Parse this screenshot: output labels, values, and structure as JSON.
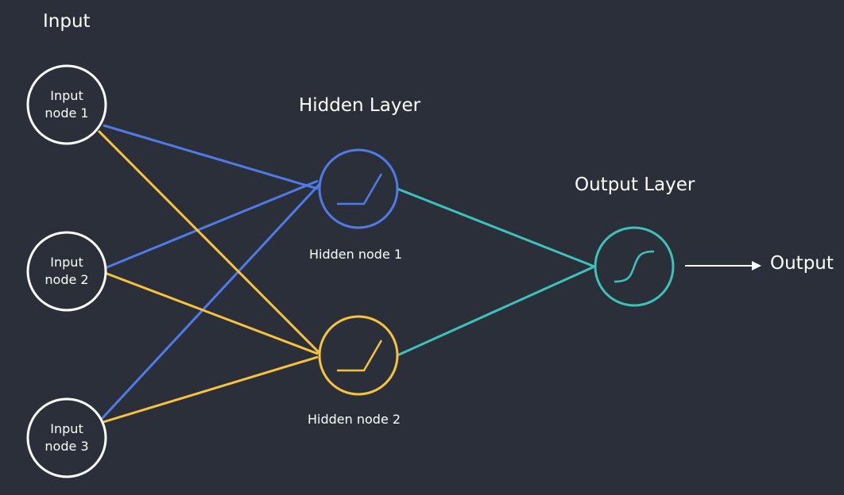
{
  "colors": {
    "background": "#2b2f39",
    "blue": "#4f7be6",
    "yellow": "#f7c23e",
    "teal": "#3cc2bb",
    "white": "#ffffff"
  },
  "layers": {
    "input_title": "Input",
    "hidden_title": "Hidden Layer",
    "output_title": "Output Layer"
  },
  "input_nodes": [
    {
      "line1": "Input",
      "line2": "node 1"
    },
    {
      "line1": "Input",
      "line2": "node 2"
    },
    {
      "line1": "Input",
      "line2": "node 3"
    }
  ],
  "hidden_nodes": [
    {
      "label": "Hidden node 1",
      "color": "blue",
      "icon": "relu-icon"
    },
    {
      "label": "Hidden node 2",
      "color": "yellow",
      "icon": "relu-icon"
    }
  ],
  "output_node": {
    "icon": "sigmoid-icon",
    "color": "teal"
  },
  "output_label": "Output"
}
